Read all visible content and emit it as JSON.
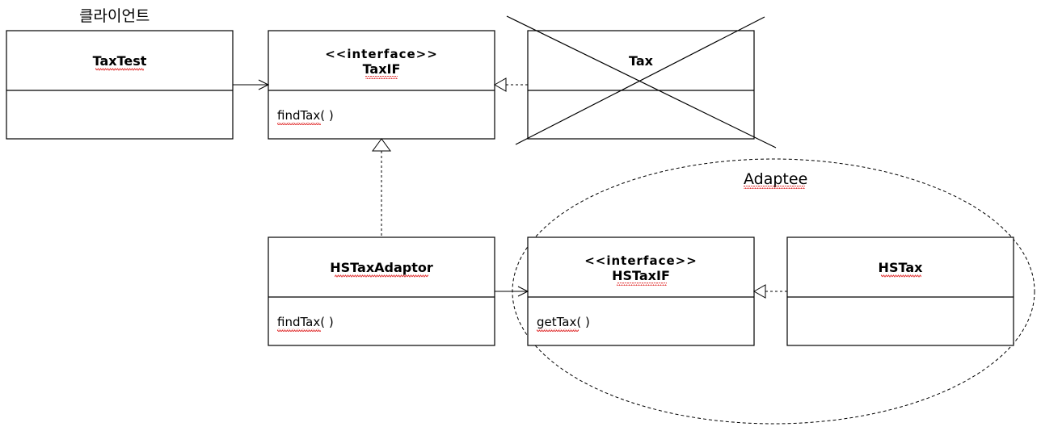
{
  "client_label": "클라이언트",
  "adaptee_label": "Adaptee",
  "classes": {
    "taxtest": {
      "name": "TaxTest"
    },
    "taxif": {
      "stereotype": "<<interface>>",
      "name": "TaxIF",
      "method": "findTax( )"
    },
    "tax": {
      "name": "Tax"
    },
    "hstaxadaptor": {
      "name": "HSTaxAdaptor",
      "method": "findTax( )"
    },
    "hstaxif": {
      "stereotype": "<<interface>>",
      "name": "HSTaxIF",
      "method": "getTax( )"
    },
    "hstax": {
      "name": "HSTax"
    }
  }
}
